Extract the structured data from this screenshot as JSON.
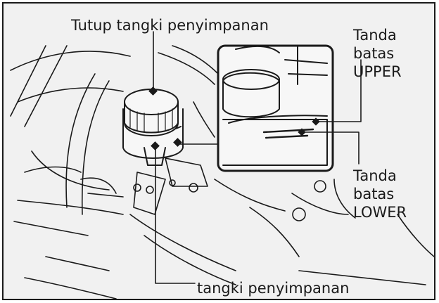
{
  "labels": {
    "reservoir_cap": "Tutup tangki penyimpanan",
    "upper_mark": [
      "Tanda",
      "batas",
      "UPPER"
    ],
    "lower_mark": [
      "Tanda",
      "batas",
      "LOWER"
    ],
    "reservoir": "tangki penyimpanan"
  },
  "colors": {
    "background": "#f1f1f1",
    "line": "#1a1a1a",
    "inset_fill": "#f7f7f7"
  }
}
